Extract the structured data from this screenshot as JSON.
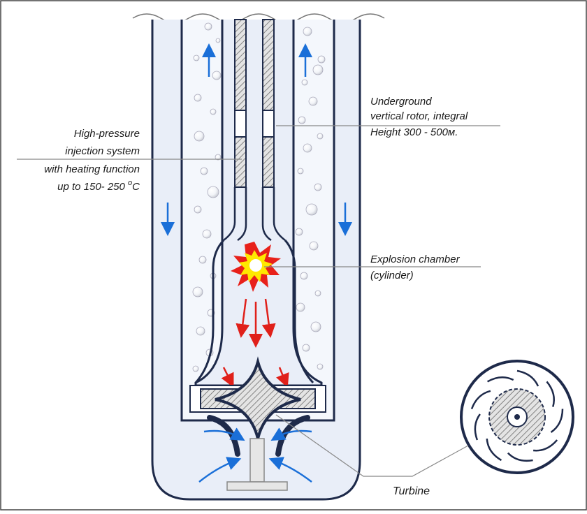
{
  "labels": {
    "rotor_line1": "Underground",
    "rotor_line2": "vertical rotor, integral",
    "rotor_line3": "Height 300 - 500м.",
    "injection_line1": "High-pressure",
    "injection_line2": "injection system",
    "injection_line3": "with heating function",
    "injection_line4_prefix": "up to 150- 250 ",
    "injection_line4_sup": "o",
    "injection_line4_suffix": "C",
    "chamber_line1": "Explosion chamber",
    "chamber_line2": "(cylinder)",
    "turbine": "Turbine"
  },
  "colors": {
    "outline": "#1e2a4a",
    "water": "#e9eef8",
    "flow_arrow": "#1a6fd8",
    "hot_arrow": "#e0201a",
    "explosion_outer": "#e8201a",
    "explosion_inner": "#ffe800",
    "hatch": "#555555",
    "leader": "#888888"
  }
}
